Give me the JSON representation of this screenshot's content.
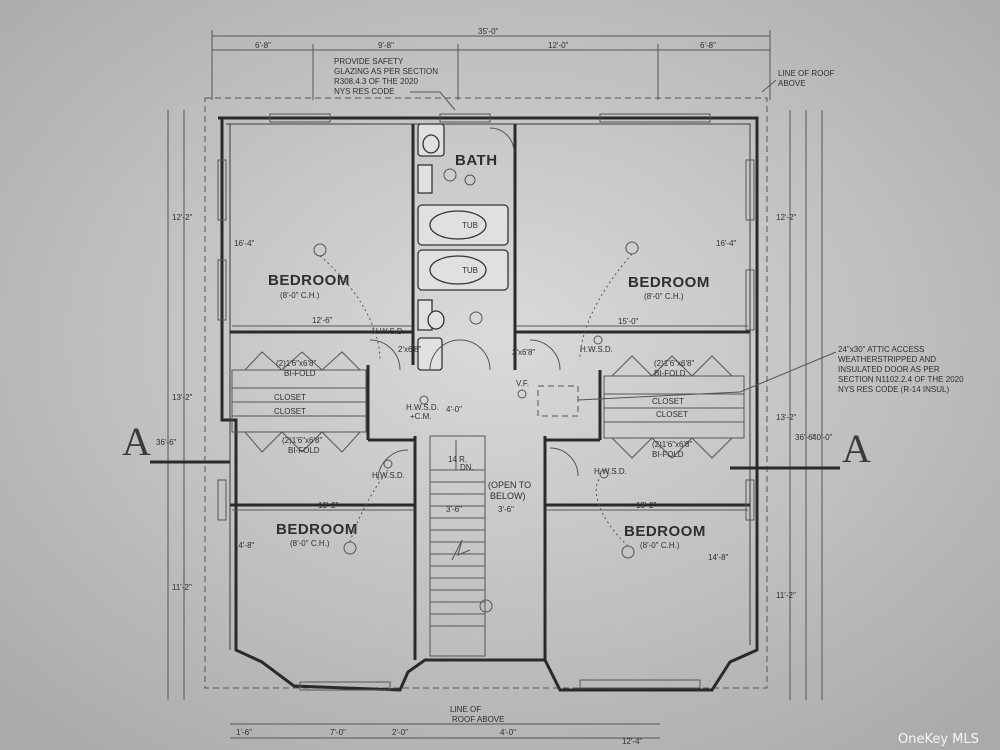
{
  "overall_dim": "35'-0\"",
  "top_dims": [
    "6'-8\"",
    "9'-8\"",
    "12'-0\"",
    "6'-8\""
  ],
  "glazing_note": [
    "PROVIDE SAFETY",
    "GLAZING AS PER SECTION",
    "R308.4.3 OF THE 2020",
    "NYS RES CODE"
  ],
  "roof_note_top": [
    "LINE OF ROOF",
    "ABOVE"
  ],
  "roof_note_bottom": [
    "LINE OF",
    "ROOF ABOVE"
  ],
  "attic_note": [
    "24\"x30\" ATTIC ACCESS",
    "WEATHERSTRIPPED AND",
    "INSULATED DOOR AS PER",
    "SECTION N1102.2.4 OF THE 2020",
    "NYS RES CODE (R-14 INSUL)"
  ],
  "bedroom_label": "BEDROOM",
  "ceiling_height": "(8'-0\" C.H.)",
  "bath_label": "BATH",
  "tub_label": "TUB",
  "closet_label": "CLOSET",
  "bifold_size": "(2)1'6\"x6'8\"",
  "bifold_label": "BI-FOLD",
  "hwsd": "H.W.S.D.",
  "hwsd_cm": [
    "H.W.S.D.",
    "+C.M."
  ],
  "vf": "V.F.",
  "stair_open": [
    "(OPEN TO",
    "BELOW)"
  ],
  "stair_dn": [
    "14 R.",
    "DN."
  ],
  "section_marker": "A",
  "inner_dims": {
    "br_tl_w": "12'-6\"",
    "br_tr_w": "15'-0\"",
    "br_bl_w": "13'-2\"",
    "br_br_w": "13'-2\"",
    "stair_w": "3'-6\"",
    "stair_w2": "3'-6\"",
    "hall": "4'-0\"",
    "left_h1": "16'-4\"",
    "right_h1": "16'-4\"",
    "left_h2": "14'-8\"",
    "right_h2": "14'-8\"",
    "door": "2'x6'8\""
  },
  "side_dims": {
    "left_outer_top": "12'-2\"",
    "left_outer_mid": "13'-2\"",
    "left_outer_bot": "11'-2\"",
    "left_total": "36'-6\"",
    "right_outer_top": "12'-2\"",
    "right_outer_mid": "13'-2\"",
    "right_outer_bot": "11'-2\"",
    "right_total": "36'-6\"",
    "right_total2": "40'-0\""
  },
  "bottom_dims": [
    "1'-6\"",
    "7'-0\"",
    "2'-0\"",
    "4'-0\"",
    "12'-4\""
  ],
  "watermark": "OneKey MLS"
}
